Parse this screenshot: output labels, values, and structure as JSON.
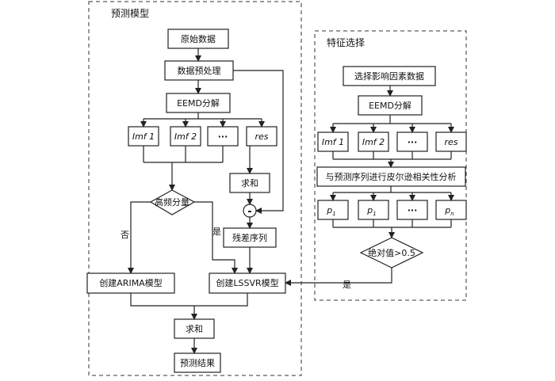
{
  "left_panel": {
    "title": "预测模型",
    "nodes": {
      "raw_data": "原始数据",
      "preprocess": "数据预处理",
      "eemd": "EEMD分解",
      "imf1": "Imf 1",
      "imf2": "Imf 2",
      "ellipsis": "···",
      "res": "res",
      "sum1": "求和",
      "minus": "-",
      "decision": "高频分量",
      "no_label": "否",
      "yes_label": "是",
      "residual": "残差序列",
      "arima": "创建ARIMA模型",
      "lssvr": "创建LSSVR模型",
      "sum2": "求和",
      "result": "预测结果"
    }
  },
  "right_panel": {
    "title": "特征选择",
    "nodes": {
      "select": "选择影响因素数据",
      "eemd": "EEMD分解",
      "imf1": "Imf 1",
      "imf2": "Imf 2",
      "ellipsis": "···",
      "res": "res",
      "pearson": "与预测序列进行皮尔逊相关性分析",
      "p1a": "p",
      "p1a_sub": "1",
      "p1b": "p",
      "p1b_sub": "1",
      "p_ellipsis": "···",
      "pn": "p",
      "pn_sub": "n",
      "abs": "绝对值>0.5",
      "yes_label": "是"
    }
  }
}
